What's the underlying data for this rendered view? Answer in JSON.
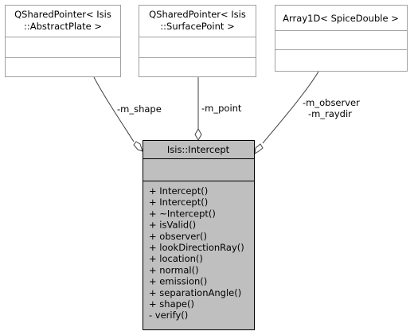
{
  "related_classes": [
    {
      "line1": "QSharedPointer< Isis",
      "line2": "::AbstractPlate >"
    },
    {
      "line1": "QSharedPointer< Isis",
      "line2": "::SurfacePoint >"
    },
    {
      "line1": "Array1D< SpiceDouble >",
      "line2": ""
    }
  ],
  "main_class": {
    "name": "Isis::Intercept",
    "methods": [
      "+ Intercept()",
      "+ Intercept()",
      "+ ~Intercept()",
      "+ isValid()",
      "+ observer()",
      "+ lookDirectionRay()",
      "+ location()",
      "+ normal()",
      "+ emission()",
      "+ separationAngle()",
      "+ shape()",
      "- verify()"
    ]
  },
  "edges": {
    "shape_label": "-m_shape",
    "point_label": "-m_point",
    "observer_label": "-m_observer",
    "raydir_label": "-m_raydir"
  },
  "colors": {
    "box_border": "#a0a0a0",
    "main_border": "#000000",
    "main_fill": "#bfbfbf",
    "edge": "#404040"
  }
}
